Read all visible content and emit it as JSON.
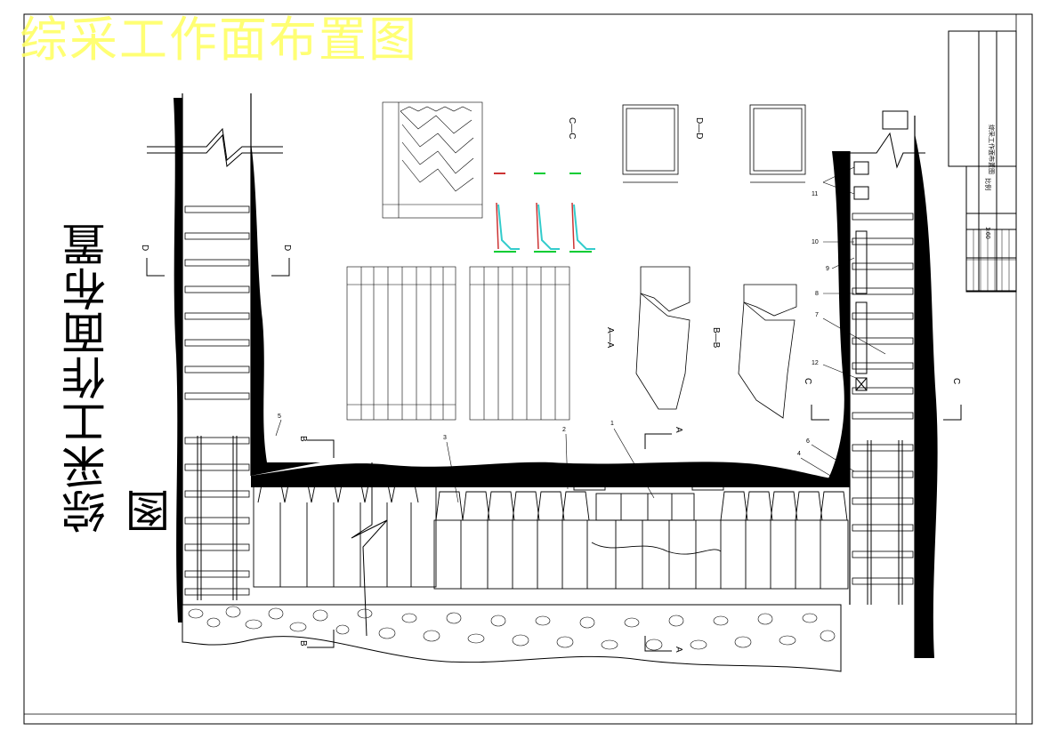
{
  "title_overlay": "综采工作面布置图",
  "title_vertical": "综采工作面布置图",
  "section_labels": {
    "A": "A",
    "B": "B",
    "C": "C",
    "D": "D",
    "A_A": "A—A",
    "B_B": "B—B",
    "C_C": "C—C",
    "D_D": "D—D"
  },
  "part_numbers": [
    "1",
    "2",
    "3",
    "4",
    "5",
    "6",
    "7",
    "8",
    "9",
    "10",
    "11",
    "12"
  ],
  "title_block": {
    "drawing_name": "综采工作面布置图",
    "scale_label": "比例",
    "scale_value": "1:60"
  },
  "colors": {
    "title_overlay": "#ffff66",
    "coal": "#000000",
    "line": "#000000",
    "chart_green": "#00cc33",
    "chart_cyan": "#33cccc",
    "chart_red": "#cc3333"
  }
}
